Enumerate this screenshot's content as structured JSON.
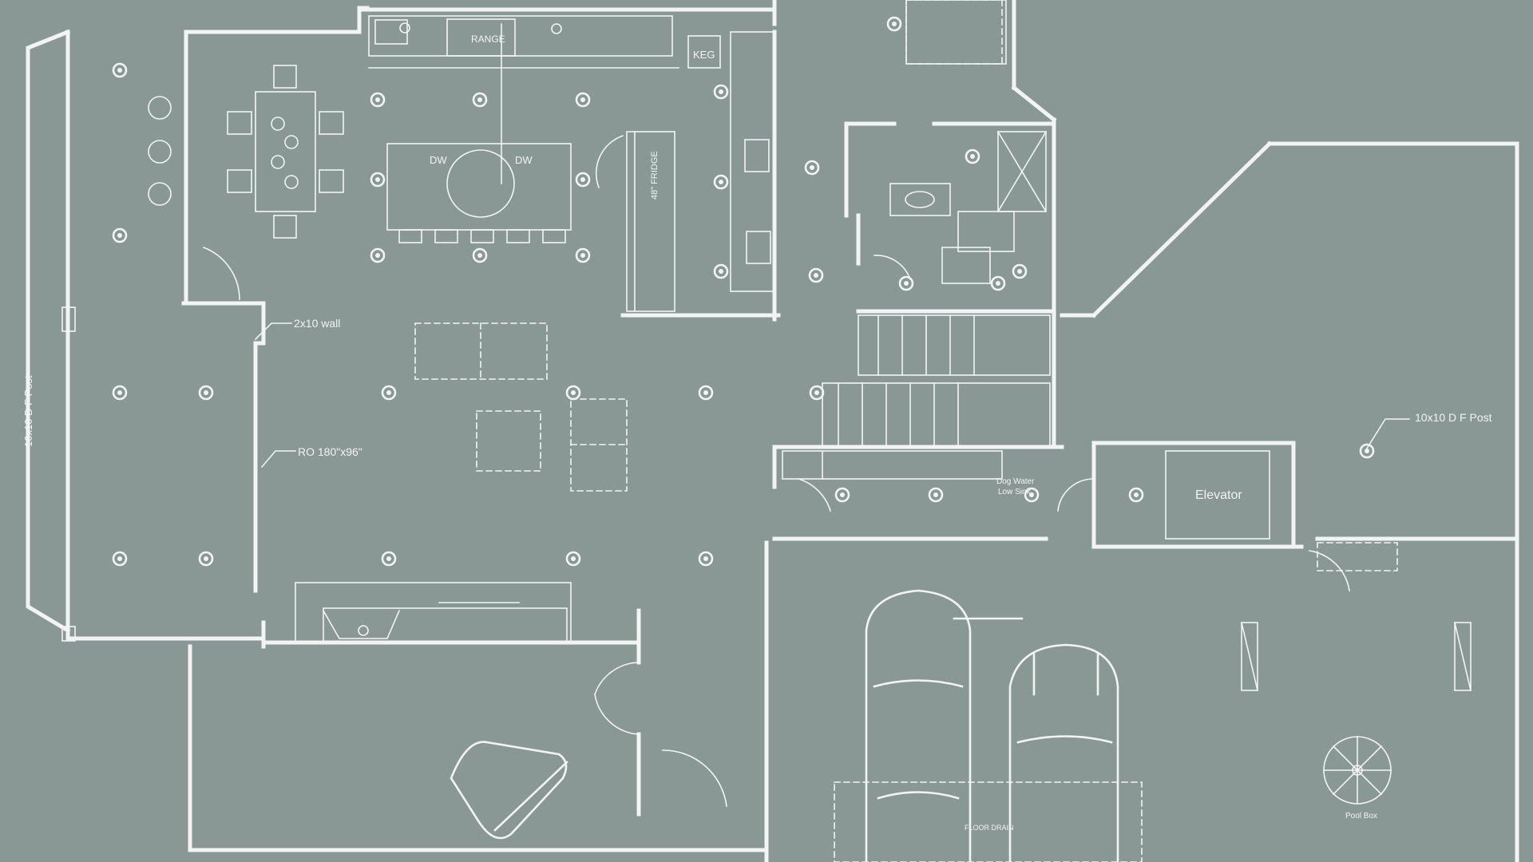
{
  "labels": {
    "range": "RANGE",
    "keg": "KEG",
    "dw_left": "DW",
    "dw_right": "DW",
    "fridge": "48\" FRIDGE",
    "wall_note": "2x10 wall",
    "ro_note": "RO 180\"x96\"",
    "post_left": "10x10 D F Post",
    "post_right": "10x10 D F Post",
    "elevator": "Elevator",
    "dog_water": "Dog Water",
    "low_sink": "Low Sink",
    "floor_drain": "FLOOR DRAIN",
    "pool_box": "Pool Box"
  },
  "colors": {
    "background": "#8a9895",
    "linework": "#f2f4f3"
  },
  "icons": {
    "recessed_light": "recessed-light-icon",
    "ceiling_fan": "ceiling-fan-icon",
    "piano": "grand-piano-icon",
    "car": "car-icon",
    "stairs": "stairs-icon"
  }
}
